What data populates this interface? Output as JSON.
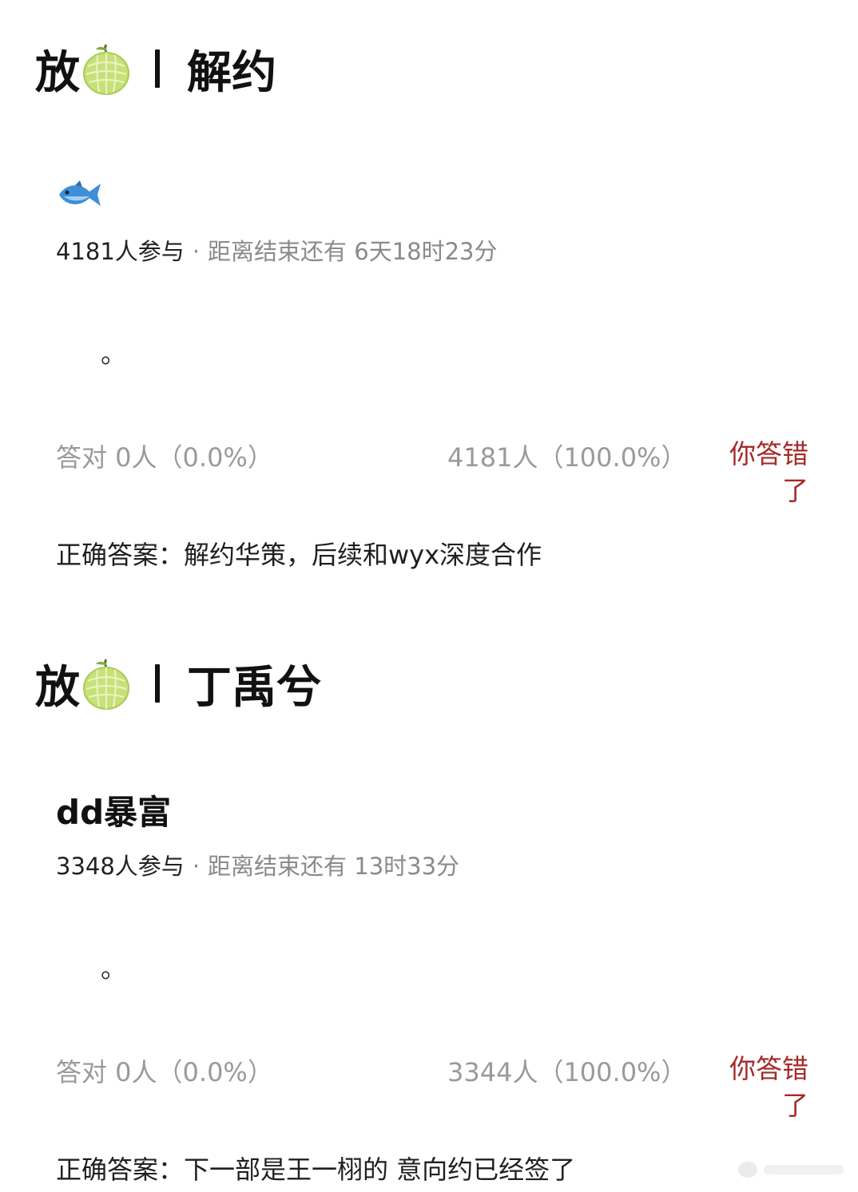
{
  "posts": [
    {
      "title_prefix": "放",
      "title_icon": "melon-icon",
      "title_topic": "解约",
      "question_icon": "fish-icon",
      "question_text": "",
      "participants": "4181人参与",
      "separator": "·",
      "remaining": "距离结束还有 6天18时23分",
      "option_marker": "。",
      "correct_stat": "答对  0人（0.0%）",
      "other_stat": "4181人（100.0%）",
      "result_label": "你答错了",
      "answer": "正确答案：解约华策，后续和wyx深度合作"
    },
    {
      "title_prefix": "放",
      "title_icon": "melon-icon",
      "title_topic": "丁禹兮",
      "question_icon": "",
      "question_text": "dd暴富",
      "participants": "3348人参与",
      "separator": "·",
      "remaining": "距离结束还有 13时33分",
      "option_marker": "。",
      "correct_stat": "答对  0人（0.0%）",
      "other_stat": "3344人（100.0%）",
      "result_label": "你答错了",
      "answer": "正确答案：下一部是王一栩的 意向约已经签了"
    }
  ],
  "colors": {
    "muted_text": "#9a9a9a",
    "wrong_red": "#a52a2a",
    "melon_green": "#b7d96a"
  }
}
